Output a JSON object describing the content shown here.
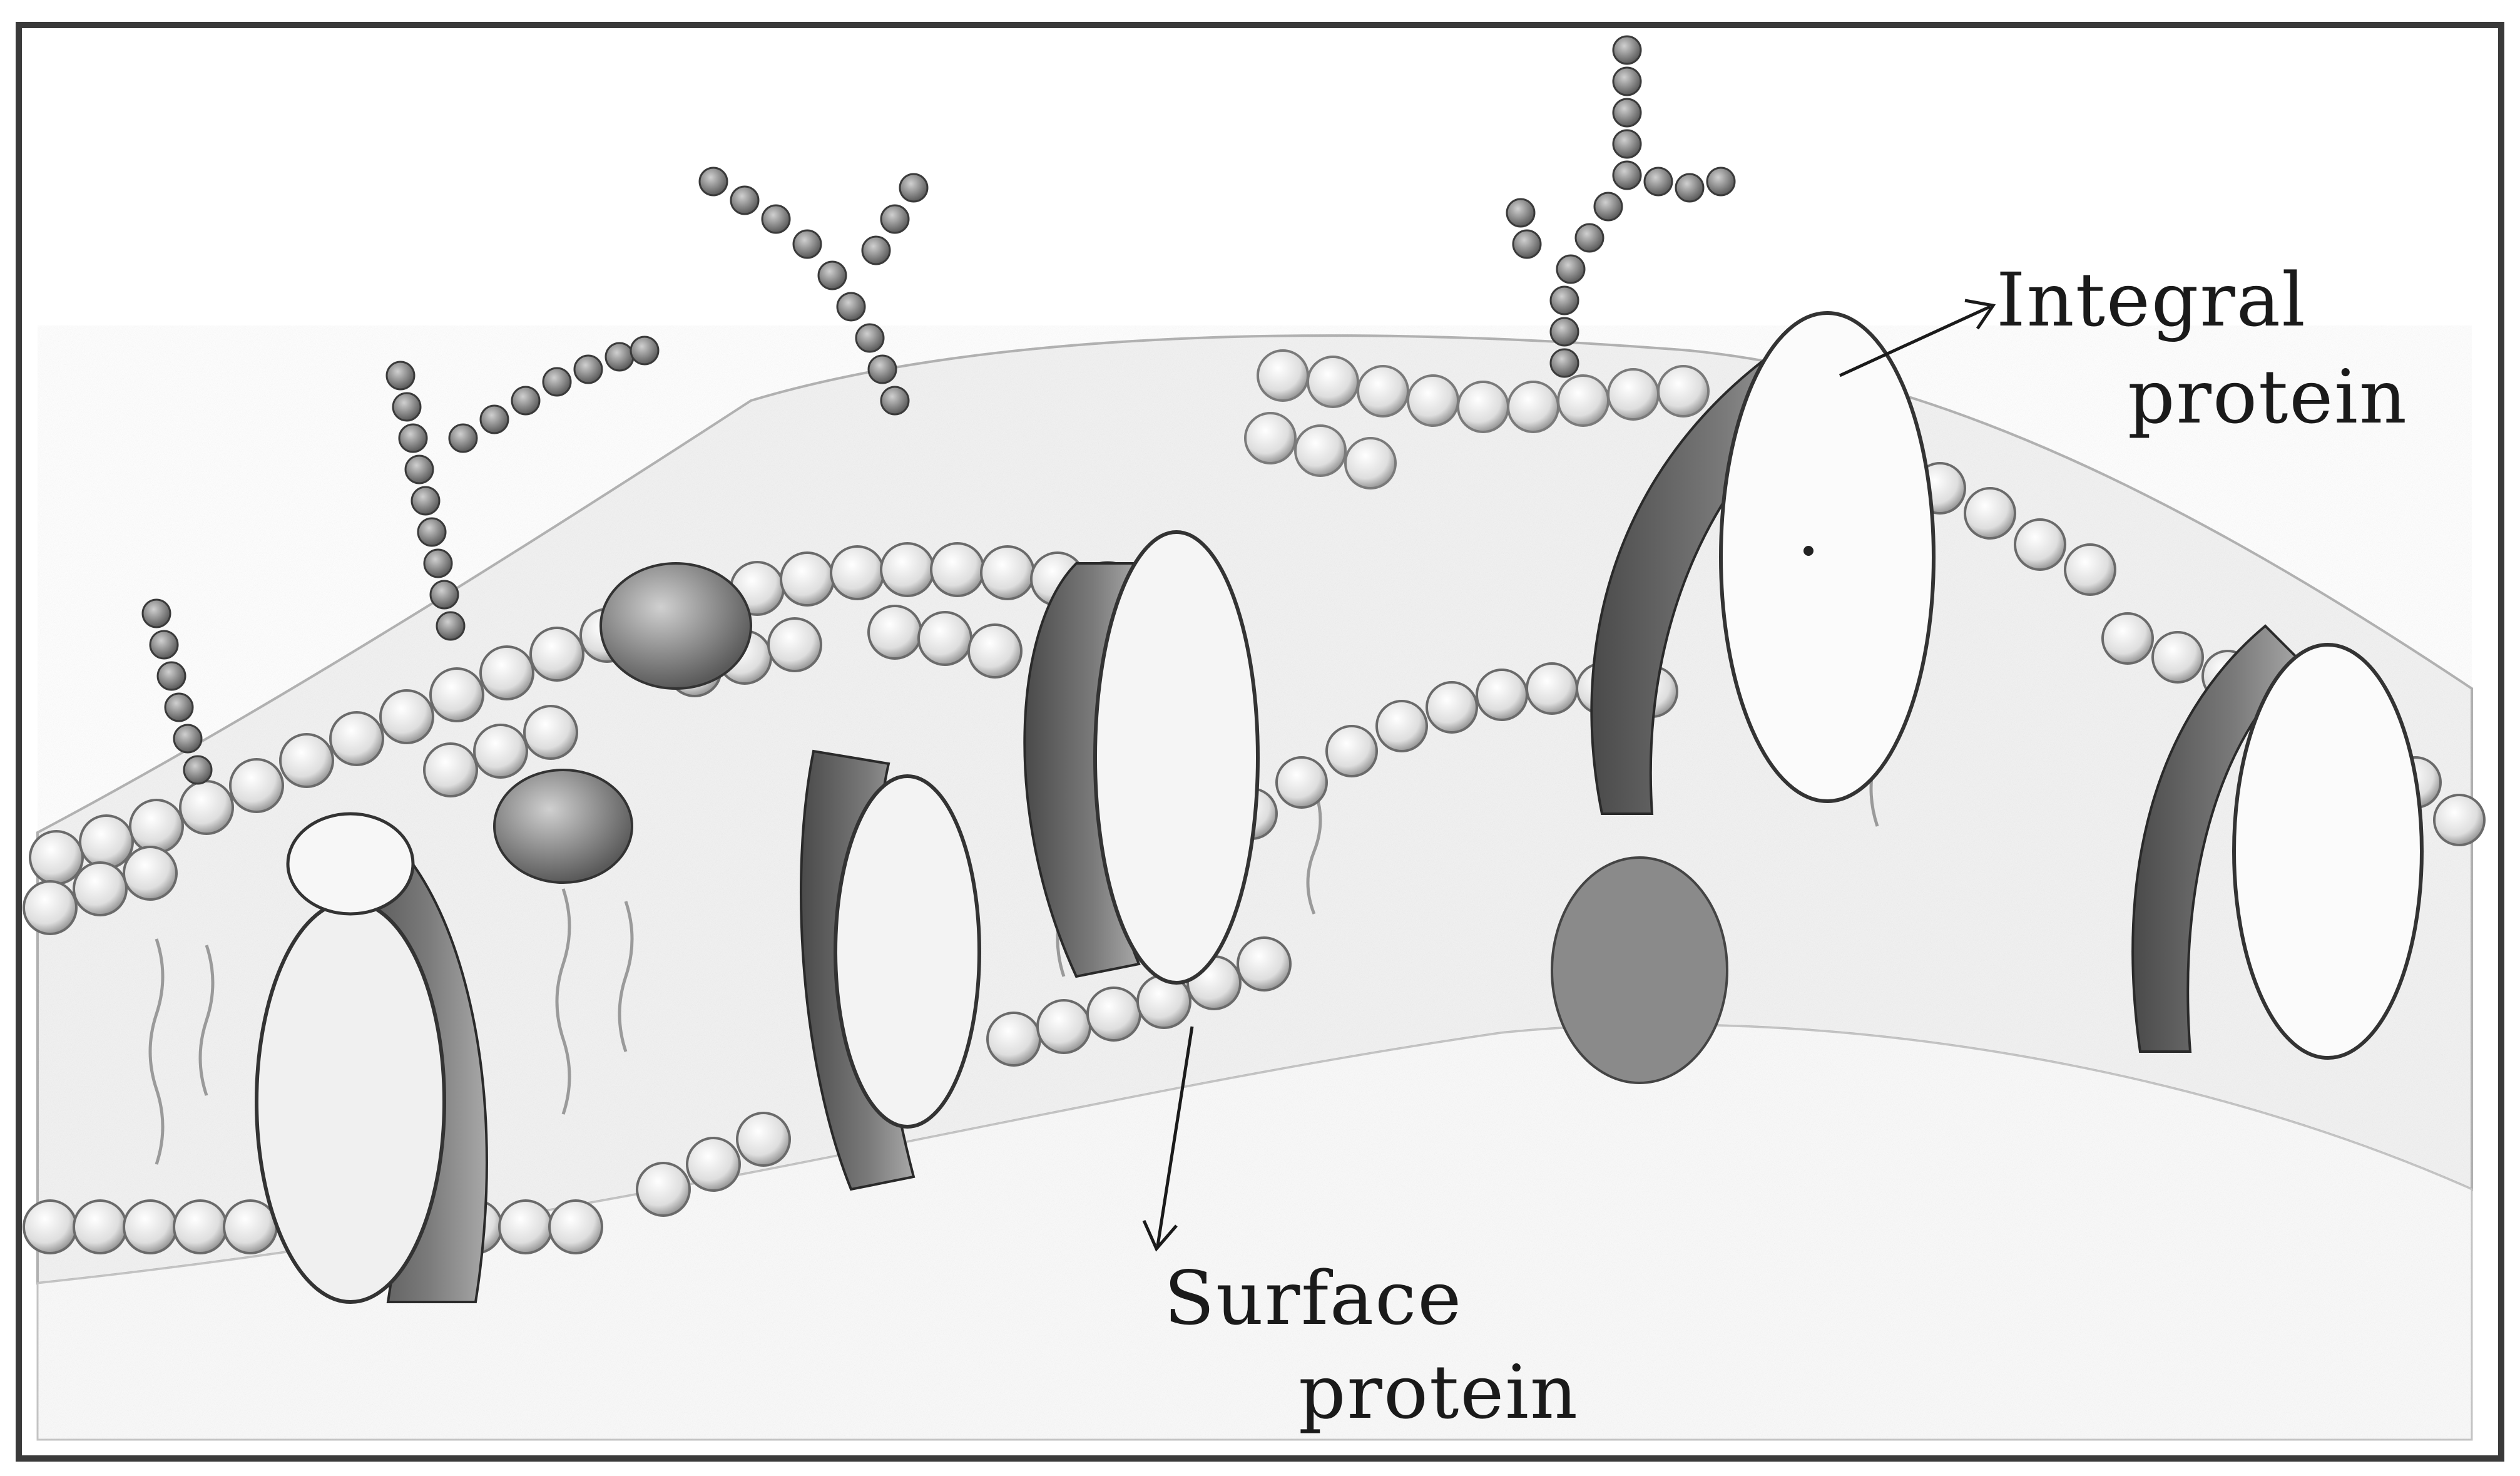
{
  "labels": {
    "integral_protein": {
      "line1": "Integral",
      "line2": "protein"
    },
    "surface_protein": {
      "line1": "Surface",
      "line2": "protein"
    }
  },
  "colors": {
    "ink": "#1a1a1a",
    "shade_dark": "#6e6e6e",
    "shade_mid": "#9a9a9a",
    "shade_light": "#c8c8c8",
    "bead_fill": "#e4e4e4",
    "background": "#ffffff"
  },
  "icons": {
    "arrow": "arrow-icon",
    "glycoprotein": "branched-chain-icon",
    "phospholipid": "bead-icon"
  }
}
